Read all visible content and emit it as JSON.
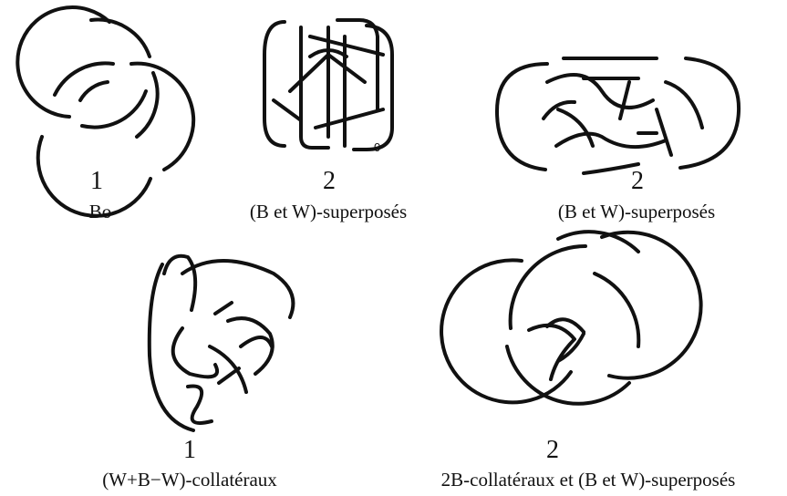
{
  "figures": [
    {
      "number": "1",
      "caption": "Bo"
    },
    {
      "number": "2",
      "caption": "(B et W)-superposés",
      "subscript_mark": "0"
    },
    {
      "number": "2",
      "caption": "(B et W)-superposés"
    },
    {
      "number": "1",
      "caption": "(W+B−W)-collatéraux"
    },
    {
      "number": "2",
      "caption": "2B-collatéraux et (B et W)-superposés"
    }
  ]
}
